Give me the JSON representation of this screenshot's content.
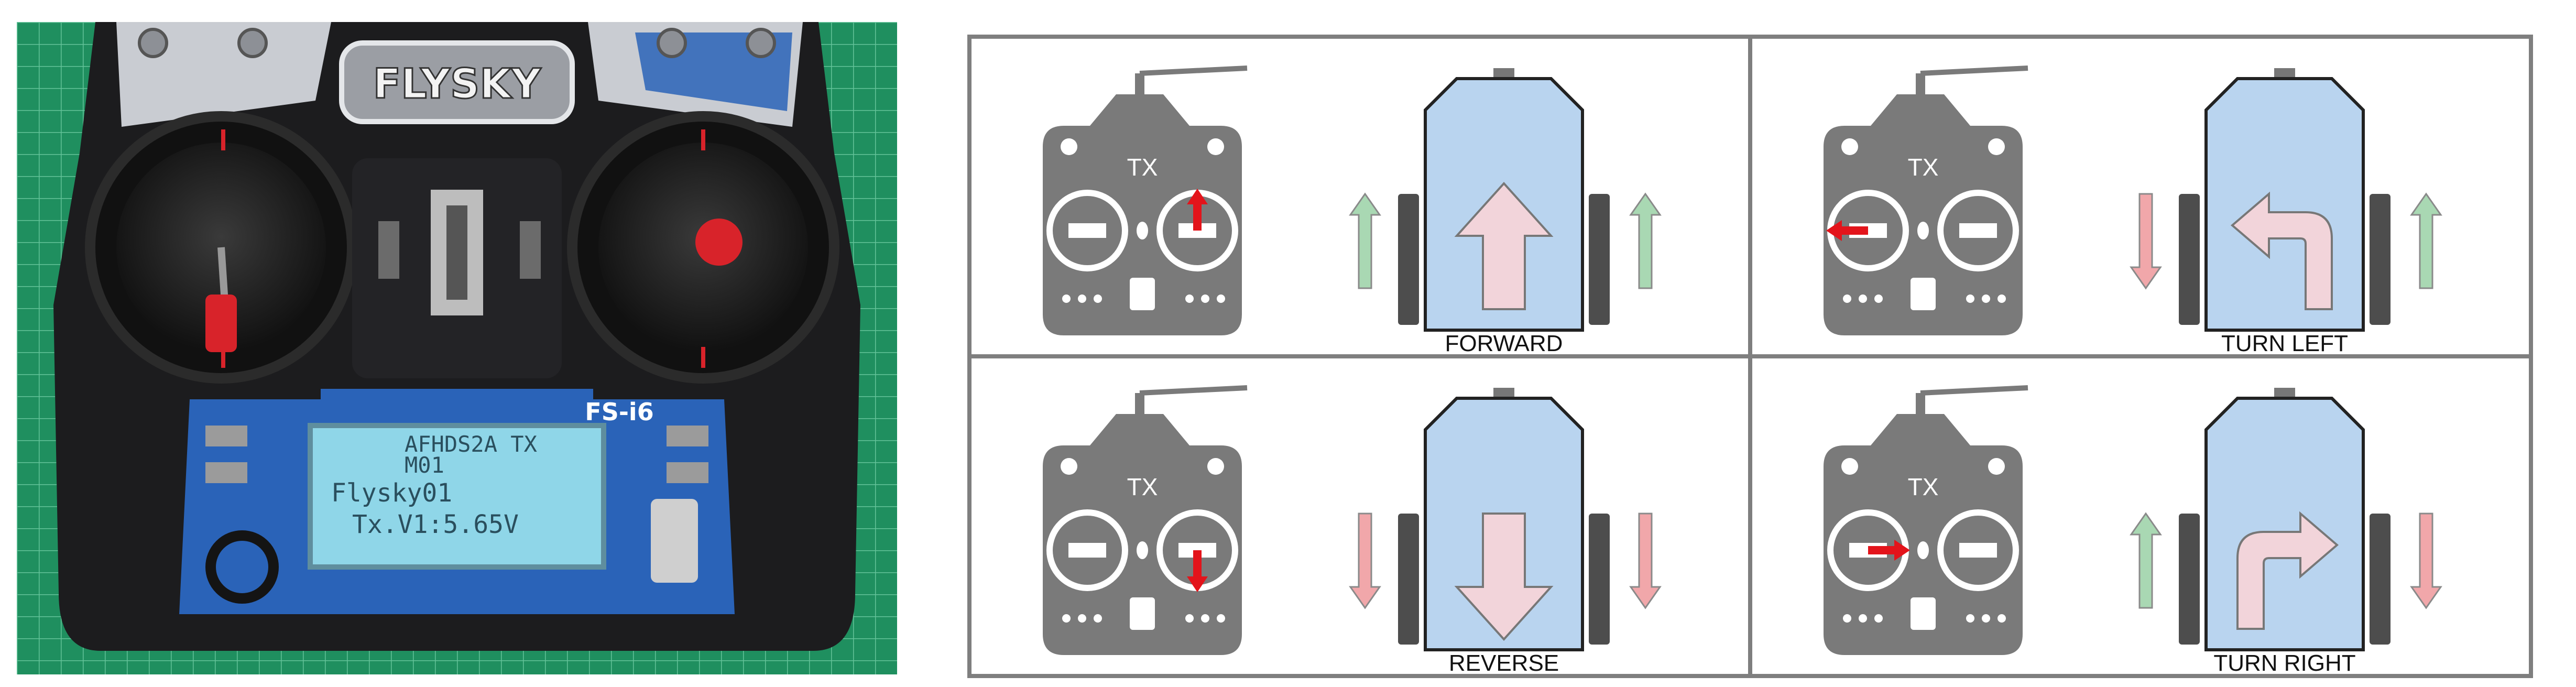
{
  "photo": {
    "brand": "FLYSKY",
    "model": "FS-i6",
    "lcd_lines": [
      "AFHDS2A TX",
      "M01",
      "Flysky01",
      "Tx.V1:5.65V"
    ],
    "colors": {
      "mat": "#1f8f5f",
      "body": "#1c1c1e",
      "screen": "#8fd6e8",
      "accent": "#2a63b8",
      "stick": "#d8232a"
    }
  },
  "diagram": {
    "panels": [
      {
        "caption": "FORWARD",
        "tx_label": "TX",
        "stick": "right",
        "stick_direction": "up",
        "left_track": "up",
        "right_track": "up",
        "body_arrow": "up"
      },
      {
        "caption": "TURN LEFT",
        "tx_label": "TX",
        "stick": "left",
        "stick_direction": "left",
        "left_track": "down",
        "right_track": "up",
        "body_arrow": "turn-left"
      },
      {
        "caption": "REVERSE",
        "tx_label": "TX",
        "stick": "right",
        "stick_direction": "down",
        "left_track": "down",
        "right_track": "down",
        "body_arrow": "down"
      },
      {
        "caption": "TURN RIGHT",
        "tx_label": "TX",
        "stick": "left",
        "stick_direction": "right",
        "left_track": "up",
        "right_track": "down",
        "body_arrow": "turn-right"
      }
    ],
    "colors": {
      "transmitter": "#7a7a7a",
      "robot_body": "#b9d4ef",
      "wheel": "#4d4d4d",
      "stick_arrow": "#e3141b",
      "arrow_up": "#a9d8b3",
      "arrow_down": "#f1a7aa",
      "body_arrow": "#f2d4da"
    }
  }
}
